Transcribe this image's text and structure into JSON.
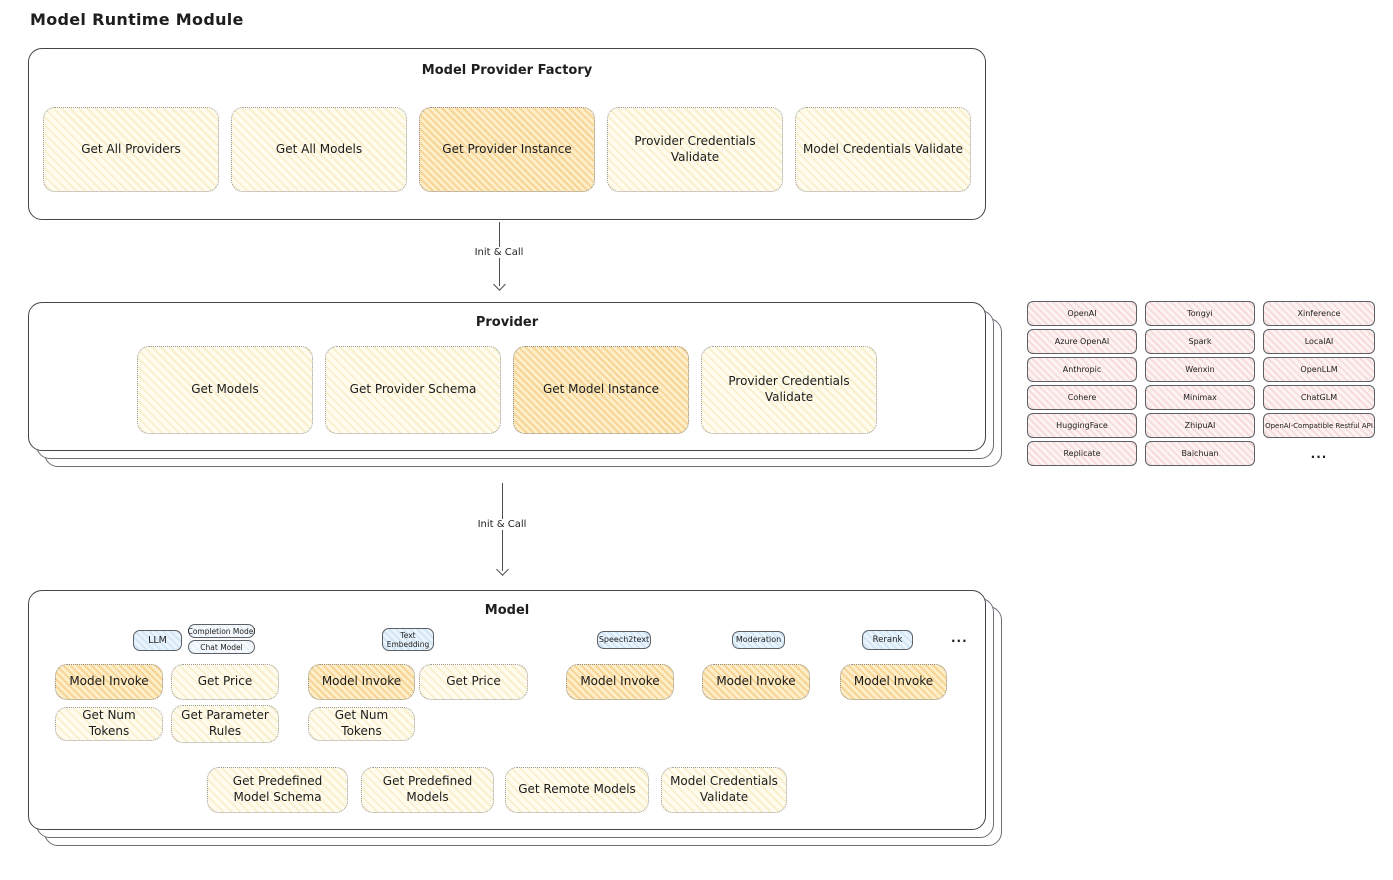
{
  "page": {
    "title": "Model Runtime Module"
  },
  "factory": {
    "title": "Model Provider Factory",
    "buttons": [
      "Get All Providers",
      "Get All Models",
      "Get Provider Instance",
      "Provider Credentials Validate",
      "Model Credentials Validate"
    ]
  },
  "arrows": {
    "a1": "Init & Call",
    "a2": "Init & Call"
  },
  "provider": {
    "title": "Provider",
    "buttons": [
      "Get Models",
      "Get Provider Schema",
      "Get Model Instance",
      "Provider Credentials Validate"
    ]
  },
  "providers": {
    "rows": [
      [
        "OpenAI",
        "Tongyi",
        "Xinference"
      ],
      [
        "Azure OpenAI",
        "Spark",
        "LocalAI"
      ],
      [
        "Anthropic",
        "Wenxin",
        "OpenLLM"
      ],
      [
        "Cohere",
        "Minimax",
        "ChatGLM"
      ],
      [
        "HuggingFace",
        "ZhipuAI",
        "OpenAI-Compatible Restful API"
      ],
      [
        "Replicate",
        "Baichuan"
      ]
    ],
    "more": "..."
  },
  "model": {
    "title": "Model",
    "tabs": {
      "llm": "LLM",
      "completion": "Completion Model",
      "chat": "Chat Model",
      "embedding": "Text Embedding",
      "speech": "Speech2text",
      "moderation": "Moderation",
      "rerank": "Rerank",
      "more": "..."
    },
    "llm": {
      "invoke": "Model Invoke",
      "price": "Get Price",
      "tokens": "Get Num Tokens",
      "rules": "Get Parameter Rules"
    },
    "embedding": {
      "invoke": "Model Invoke",
      "price": "Get Price",
      "tokens": "Get Num Tokens"
    },
    "speech": {
      "invoke": "Model Invoke"
    },
    "moderation": {
      "invoke": "Model Invoke"
    },
    "rerank": {
      "invoke": "Model Invoke"
    },
    "common": [
      "Get Predefined Model Schema",
      "Get Predefined Models",
      "Get Remote Models",
      "Model Credentials Validate"
    ]
  },
  "colors": {
    "panel_border": "#43464b",
    "yellow_fill": "#f9efcd",
    "orange_highlight": "#f6d494",
    "pink_fill": "#f7dcdc",
    "blue_fill": "#d2e6f6",
    "text": "#1e1e1e"
  }
}
